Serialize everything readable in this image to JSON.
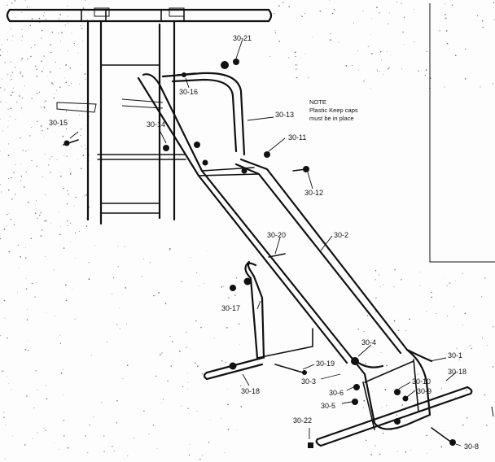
{
  "note": {
    "heading": "NOTE",
    "line1": "Plastic Keep caps",
    "line2": "must be in place"
  },
  "parts": [
    {
      "id": "30-21"
    },
    {
      "id": "30-16"
    },
    {
      "id": "30-13"
    },
    {
      "id": "30-15"
    },
    {
      "id": "30-14"
    },
    {
      "id": "30-11"
    },
    {
      "id": "30-12"
    },
    {
      "id": "30-20"
    },
    {
      "id": "30-2"
    },
    {
      "id": "30-17"
    },
    {
      "id": "30-4"
    },
    {
      "id": "30-1"
    },
    {
      "id": "30-19"
    },
    {
      "id": "30-18"
    },
    {
      "id": "30-3"
    },
    {
      "id": "30-10"
    },
    {
      "id": "30-6"
    },
    {
      "id": "30-18"
    },
    {
      "id": "30-9"
    },
    {
      "id": "30-5"
    },
    {
      "id": "30-22"
    },
    {
      "id": "30-8"
    }
  ]
}
